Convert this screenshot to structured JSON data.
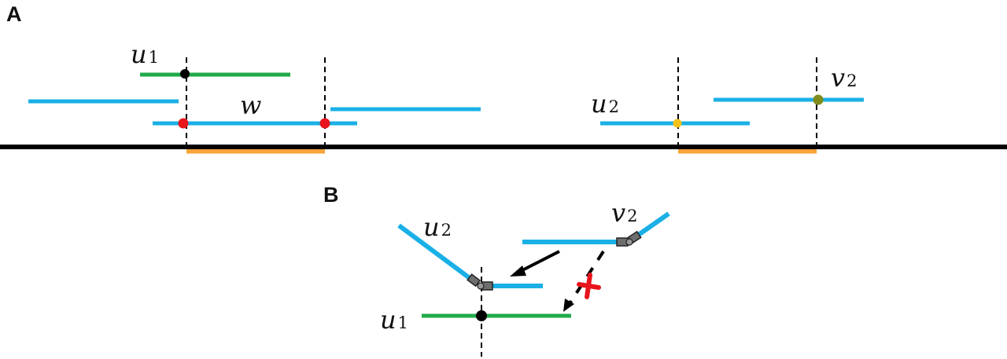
{
  "panels": {
    "a": "A",
    "b": "B"
  },
  "labels": {
    "u1": {
      "base": "u",
      "sub": "1"
    },
    "u2": {
      "base": "u",
      "sub": "2"
    },
    "v2": {
      "base": "v",
      "sub": "2"
    },
    "w": {
      "base": "w"
    }
  },
  "colors": {
    "read": "#1ab0e6",
    "u1_read": "#1faa4a",
    "interval": "#f7a43b",
    "genome": "#000000",
    "red_point": "#e8141c",
    "yellow_point": "#f4c21a",
    "olive_point": "#7f8c1c",
    "joint": "#707070",
    "forbidden": "#e8141c"
  }
}
